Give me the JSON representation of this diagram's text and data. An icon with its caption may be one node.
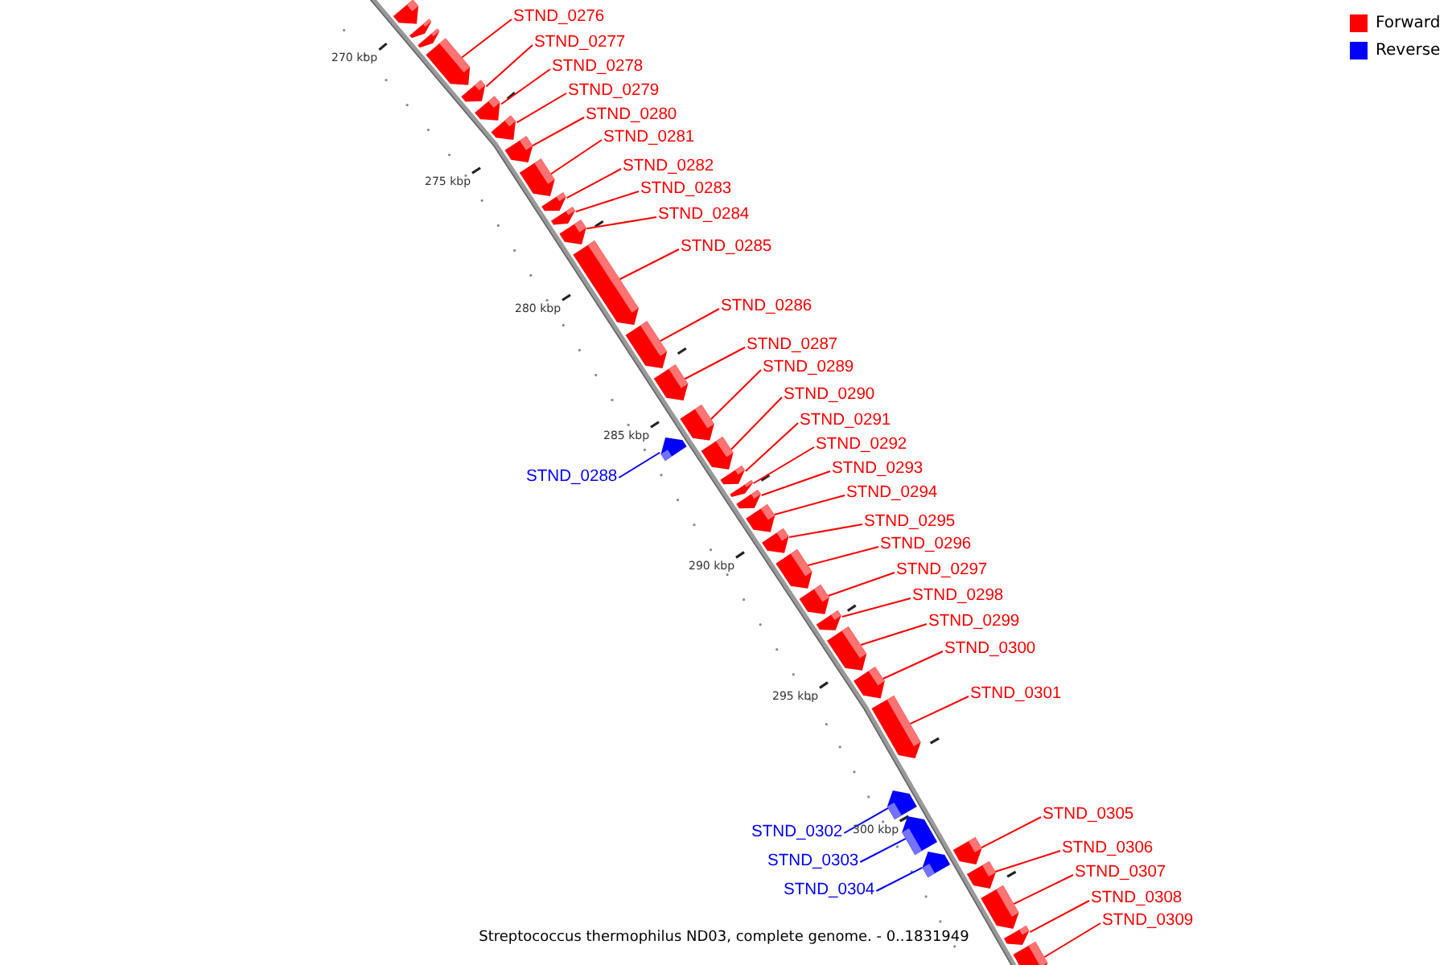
{
  "diagram": {
    "caption": "Streptococcus thermophilus ND03, complete genome. - 0..1831949",
    "nodes": [
      {
        "text": [
          "STND_0276"
        ]
      },
      {
        "text": [
          "STND_0277"
        ]
      },
      {
        "text": [
          "STND_0278"
        ]
      },
      {
        "text": [
          "STND_0279"
        ]
      },
      {
        "text": [
          "STND_0280"
        ]
      },
      {
        "text": [
          "STND_0281"
        ]
      },
      {
        "text": [
          "STND_0282"
        ]
      },
      {
        "text": [
          "STND_0283"
        ]
      },
      {
        "text": [
          "STND_0284"
        ]
      },
      {
        "text": [
          "STND_0285"
        ]
      },
      {
        "text": [
          "STND_0286"
        ]
      },
      {
        "text": [
          "STND_0287"
        ]
      },
      {
        "text": [
          "STND_0288"
        ]
      },
      {
        "text": [
          "STND_0289"
        ]
      },
      {
        "text": [
          "STND_0290"
        ]
      },
      {
        "text": [
          "STND_0291"
        ]
      },
      {
        "text": [
          "STND_0292"
        ]
      },
      {
        "text": [
          "STND_0293"
        ]
      },
      {
        "text": [
          "STND_0294"
        ]
      },
      {
        "text": [
          "STND_0295"
        ]
      },
      {
        "text": [
          "STND_0296"
        ]
      },
      {
        "text": [
          "STND_0297"
        ]
      },
      {
        "text": [
          "STND_0298"
        ]
      },
      {
        "text": [
          "STND_0299"
        ]
      },
      {
        "text": [
          "STND_0300"
        ]
      },
      {
        "text": [
          "STND_0301"
        ]
      },
      {
        "text": [
          "STND_0302"
        ]
      },
      {
        "text": [
          "STND_0303"
        ]
      },
      {
        "text": [
          "STND_0304"
        ]
      },
      {
        "text": [
          "STND_0305"
        ]
      },
      {
        "text": [
          "STND_0306"
        ]
      },
      {
        "text": [
          "STND_0307"
        ]
      },
      {
        "text": [
          "STND_0308"
        ]
      },
      {
        "text": [
          "STND_0309"
        ]
      },
      {
        "text": [],
        "shape": "arrow"
      },
      {
        "text": [],
        "shape": "arrow"
      },
      {
        "text": [],
        "shape": "arrow"
      },
      {
        "text": [],
        "shape": "arrow"
      },
      {
        "text": [],
        "shape": "arrow"
      },
      {
        "text": [],
        "shape": "arrow"
      },
      {
        "text": [],
        "shape": "arrow"
      },
      {
        "text": [],
        "shape": "arrow"
      },
      {
        "text": [],
        "shape": "arrow"
      },
      {
        "text": [],
        "shape": "arrow"
      },
      {
        "text": [],
        "shape": "arrow"
      },
      {
        "text": [],
        "shape": "arrow"
      },
      {
        "text": [],
        "shape": "arrow"
      },
      {
        "text": [],
        "shape": "arrow"
      },
      {
        "text": [],
        "shape": "arrow"
      },
      {
        "text": [],
        "shape": "arrow"
      },
      {
        "text": [],
        "shape": "arrow"
      },
      {
        "text": [],
        "shape": "arrow"
      },
      {
        "text": [],
        "shape": "arrow"
      },
      {
        "text": [],
        "shape": "arrow"
      },
      {
        "text": [],
        "shape": "arrow"
      },
      {
        "text": [],
        "shape": "arrow"
      },
      {
        "text": [],
        "shape": "arrow"
      },
      {
        "text": [],
        "shape": "arrow"
      },
      {
        "text": [],
        "shape": "arrow"
      },
      {
        "text": [],
        "shape": "arrow"
      },
      {
        "text": [],
        "shape": "arrow"
      },
      {
        "text": [],
        "shape": "arrow"
      },
      {
        "text": [],
        "shape": "arrow"
      },
      {
        "text": [],
        "shape": "arrow"
      },
      {
        "text": [],
        "shape": "arrow"
      },
      {
        "text": [],
        "shape": "arrow"
      },
      {
        "text": [],
        "shape": "arrow"
      },
      {
        "text": [],
        "shape": "arrow"
      },
      {
        "text": [],
        "shape": "arrow"
      },
      {
        "text": [],
        "shape": "arrow"
      },
      {
        "text": [],
        "shape": "arrow"
      }
    ],
    "edges": [
      {
        "from": 0,
        "to": 37,
        "arrow": "none"
      },
      {
        "from": 1,
        "to": 38,
        "arrow": "none"
      },
      {
        "from": 2,
        "to": 39,
        "arrow": "none"
      },
      {
        "from": 3,
        "to": 40,
        "arrow": "none"
      },
      {
        "from": 4,
        "to": 41,
        "arrow": "none"
      },
      {
        "from": 5,
        "to": 42,
        "arrow": "none"
      },
      {
        "from": 6,
        "to": 43,
        "arrow": "none"
      },
      {
        "from": 7,
        "to": 44,
        "arrow": "none"
      },
      {
        "from": 8,
        "to": 45,
        "arrow": "none"
      },
      {
        "from": 9,
        "to": 46,
        "arrow": "none"
      },
      {
        "from": 10,
        "to": 47,
        "arrow": "none"
      },
      {
        "from": 11,
        "to": 48,
        "arrow": "none"
      },
      {
        "from": 12,
        "to": 49,
        "arrow": "none",
        "color": "#0000ff"
      },
      {
        "from": 13,
        "to": 50,
        "arrow": "none"
      },
      {
        "from": 14,
        "to": 51,
        "arrow": "none"
      },
      {
        "from": 15,
        "to": 52,
        "arrow": "none"
      },
      {
        "from": 16,
        "to": 53,
        "arrow": "none"
      },
      {
        "from": 17,
        "to": 54,
        "arrow": "none"
      },
      {
        "from": 18,
        "to": 55,
        "arrow": "none"
      },
      {
        "from": 19,
        "to": 56,
        "arrow": "none"
      },
      {
        "from": 20,
        "to": 57,
        "arrow": "none"
      },
      {
        "from": 21,
        "to": 58,
        "arrow": "none"
      },
      {
        "from": 22,
        "to": 59,
        "arrow": "none"
      },
      {
        "from": 23,
        "to": 60,
        "arrow": "none"
      },
      {
        "from": 24,
        "to": 61,
        "arrow": "none"
      },
      {
        "from": 25,
        "to": 62,
        "arrow": "none"
      },
      {
        "from": 26,
        "to": 63,
        "arrow": "none",
        "color": "#0000ff"
      },
      {
        "from": 27,
        "to": 64,
        "arrow": "none",
        "color": "#0000ff"
      },
      {
        "from": 28,
        "to": 65,
        "arrow": "none",
        "color": "#0000ff"
      },
      {
        "from": 29,
        "to": 66,
        "arrow": "none"
      },
      {
        "from": 30,
        "to": 67,
        "arrow": "none"
      },
      {
        "from": 31,
        "to": 68,
        "arrow": "none"
      },
      {
        "from": 32,
        "to": 69,
        "arrow": "none"
      },
      {
        "from": 33,
        "to": 70,
        "arrow": "none"
      }
    ],
    "labels": [
      "270 kbp",
      "275 kbp",
      "280 kbp",
      "285 kbp",
      "290 kbp",
      "295 kbp",
      "300 kbp"
    ],
    "legend": [
      {
        "text": "Forward",
        "color": "#ff0000"
      },
      {
        "text": "Reverse",
        "color": "#0000ff"
      }
    ]
  }
}
